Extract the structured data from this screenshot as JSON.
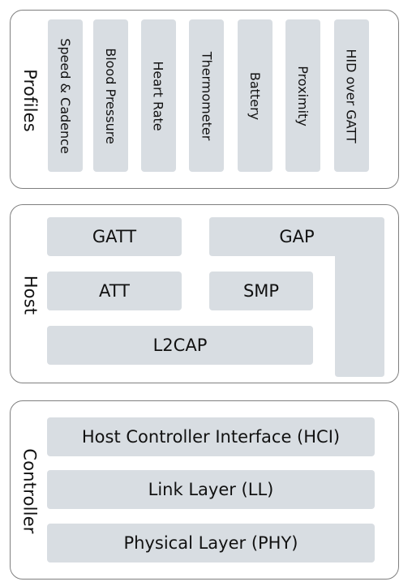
{
  "colors": {
    "box_fill": "#d8dde2",
    "border": "#7f7f7f",
    "text": "#111111"
  },
  "profiles": {
    "label": "Profiles",
    "items": [
      "Speed & Cadence",
      "Blood Pressure",
      "Heart Rate",
      "Thermometer",
      "Battery",
      "Proximity",
      "HID over GATT"
    ]
  },
  "host": {
    "label": "Host",
    "gatt": "GATT",
    "gap": "GAP",
    "att": "ATT",
    "smp": "SMP",
    "l2cap": "L2CAP"
  },
  "controller": {
    "label": "Controller",
    "hci": "Host Controller Interface (HCI)",
    "ll": "Link Layer (LL)",
    "phy": "Physical Layer (PHY)"
  }
}
